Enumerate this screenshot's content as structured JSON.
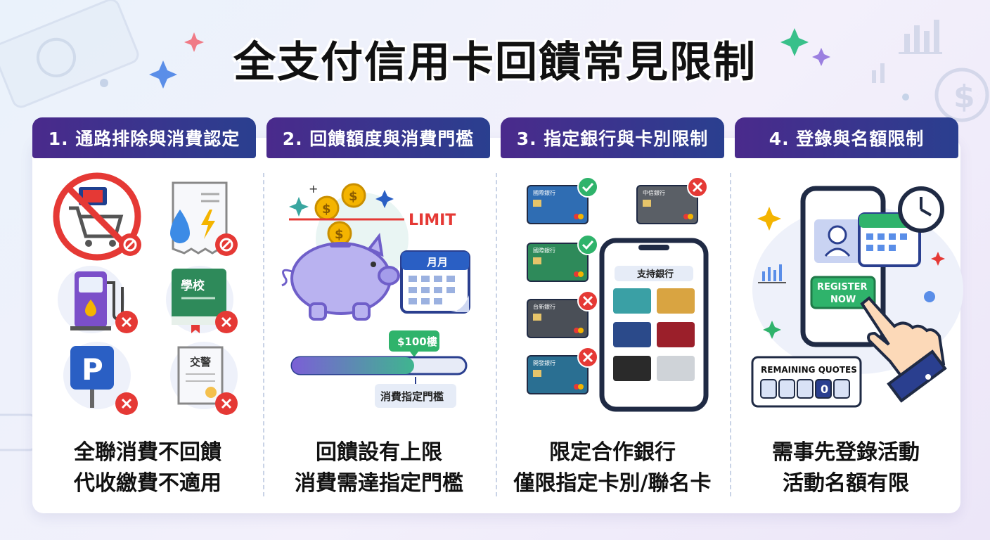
{
  "title": "全支付信用卡回饋常見限制",
  "columns": [
    {
      "tab": "1. 通路排除與消費認定",
      "caption_line1": "全聯消費不回饋",
      "caption_line2": "代收繳費不適用",
      "icon_labels": {
        "school": "學校",
        "traffic_ticket": "交警"
      }
    },
    {
      "tab": "2. 回饋額度與消費門檻",
      "caption_line1": "回饋設有上限",
      "caption_line2": "消費需達指定門檻",
      "limit_label": "LIMIT",
      "calendar_label": "月月",
      "amount_badge": "$100樓",
      "threshold_label": "消費指定門檻",
      "progress_fraction": 0.7
    },
    {
      "tab": "3. 指定銀行與卡別限制",
      "caption_line1": "限定合作銀行",
      "caption_line2": "僅限指定卡別/聯名卡",
      "phone_header": "支持銀行",
      "cards": [
        {
          "bank": "國際銀行",
          "status": "allowed",
          "color": "#2f6db3"
        },
        {
          "bank": "中信銀行",
          "status": "blocked",
          "color": "#5a5f66"
        },
        {
          "bank": "國際銀行",
          "status": "allowed",
          "color": "#2e8a5a"
        },
        {
          "bank": "台新銀行",
          "status": "blocked",
          "color": "#4a4f57"
        },
        {
          "bank": "開發銀行",
          "status": "blocked",
          "color": "#2a6f92"
        }
      ]
    },
    {
      "tab": "4. 登錄與名額限制",
      "caption_line1": "需事先登錄活動",
      "caption_line2": "活動名額有限",
      "register_button": "REGISTER NOW",
      "remaining_label": "REMAINING QUOTES",
      "remaining_value": "0"
    }
  ],
  "colors": {
    "tab_start": "#4a2a8c",
    "tab_end": "#2a3f8f",
    "blocked_red": "#e53935",
    "allowed_green": "#2fb36b",
    "coin_gold": "#f4b400",
    "piggy_purple": "#b9b2f0"
  }
}
